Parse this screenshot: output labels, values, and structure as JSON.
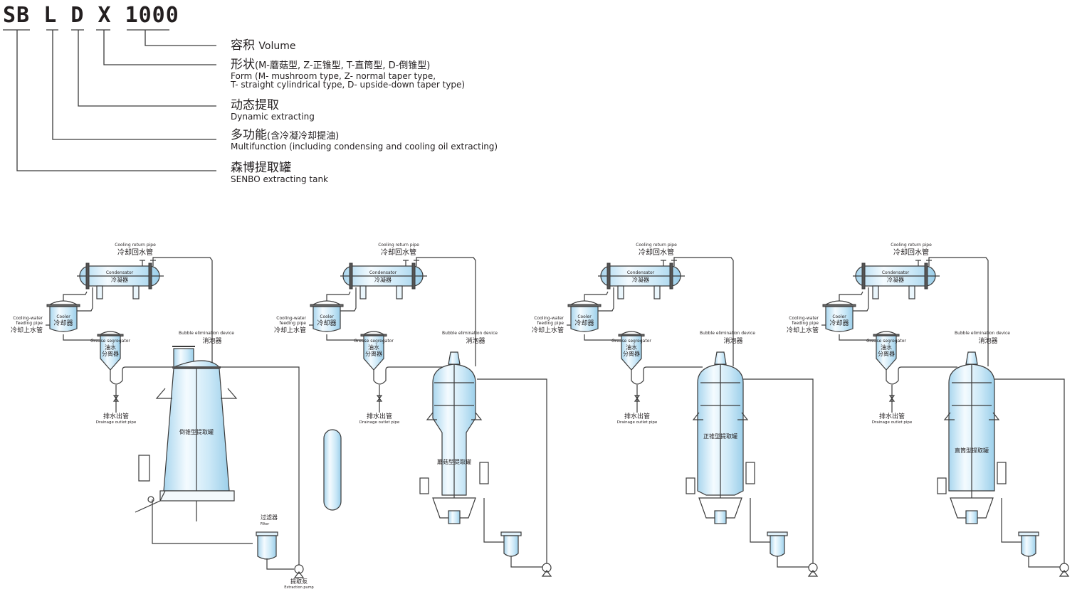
{
  "model_code": {
    "segments": [
      "SB",
      "L",
      "D",
      "X",
      "1000"
    ]
  },
  "legend": [
    {
      "cn": "容积",
      "cn_inline": "Volume",
      "en": ""
    },
    {
      "cn": "形状",
      "cn_inline": "(M-蘑菇型, Z-正锥型, T-直筒型, D-倒锥型)",
      "en": "Form (M- mushroom type, Z- normal taper type,",
      "en2": "T- straight cylindrical type, D- upside-down taper type)"
    },
    {
      "cn": "动态提取",
      "cn_inline": "",
      "en": "Dynamic extracting"
    },
    {
      "cn": "多功能",
      "cn_inline": "(含冷凝冷却提油)",
      "en": "Multifunction (including condensing and cooling oil extracting)"
    },
    {
      "cn": "森博提取罐",
      "cn_inline": "",
      "en": "SENBO extracting tank"
    }
  ],
  "labels": {
    "cooling_return_en": "Cooling return pipe",
    "cooling_return_cn": "冷却回水管",
    "condensator_en": "Condensator",
    "condensator_cn": "冷凝器",
    "cooler_en": "Cooler",
    "cooler_cn": "冷却器",
    "cooling_feed_en1": "Cooling-water",
    "cooling_feed_en2": "feeding pipe",
    "cooling_feed_cn": "冷却上水管",
    "grease_en": "Grease segregator",
    "grease_cn1": "油水",
    "grease_cn2": "分离器",
    "bubble_en": "Bubble elimination device",
    "bubble_cn": "消泡器",
    "drain_cn": "排水出管",
    "drain_en": "Drainage outlet pipe",
    "filter_cn": "过滤器",
    "filter_en": "Filter",
    "pump_cn": "提取泵",
    "pump_en": "Extraction pump"
  },
  "tanks": [
    {
      "type": "upside-down-taper",
      "label": "倒锥型提取罐"
    },
    {
      "type": "mushroom",
      "label": "蘑菇型提取罐"
    },
    {
      "type": "normal-taper",
      "label": "正锥型提取罐"
    },
    {
      "type": "straight-cylindrical",
      "label": "直筒型提取罐"
    }
  ],
  "colors": {
    "line": "#3a3a3a",
    "fill_light": "#e8f6fd",
    "fill_mid": "#bfe3f5"
  }
}
